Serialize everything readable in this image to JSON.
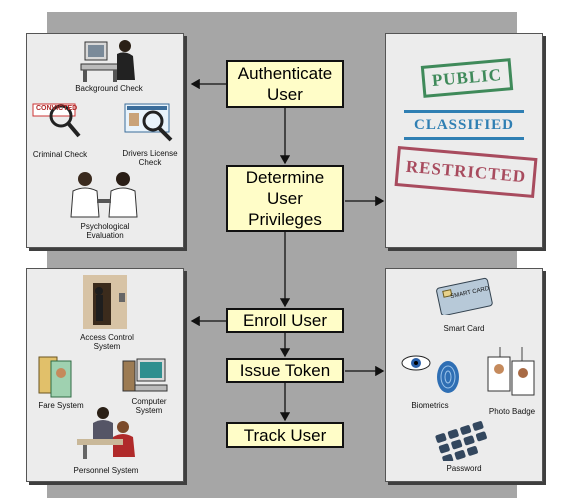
{
  "steps": {
    "authenticate": "Authenticate\nUser",
    "privileges": "Determine\nUser\nPrivileges",
    "enroll": "Enroll User",
    "issue_token": "Issue Token",
    "track": "Track User"
  },
  "panels": {
    "authentication_checks": {
      "background_check": "Background Check",
      "criminal_check": "Criminal Check",
      "criminal_stamp": "CONVICTED",
      "drivers_license_check": "Drivers License\nCheck",
      "psychological_evaluation": "Psychological\nEvaluation"
    },
    "privilege_levels": {
      "public": "PUBLIC",
      "classified": "CLASSIFIED",
      "restricted": "RESTRICTED"
    },
    "enrollment_systems": {
      "access_control": "Access Control\nSystem",
      "fare": "Fare System",
      "computer": "Computer\nSystem",
      "personnel": "Personnel System"
    },
    "token_types": {
      "smart_card": "Smart Card",
      "smart_card_label": "SMART CARD",
      "biometrics": "Biometrics",
      "photo_badge": "Photo Badge",
      "password": "Password"
    }
  },
  "colors": {
    "step_fill": "#fffdc8",
    "panel_fill": "#ececec",
    "backdrop": "#a6a6a6",
    "stamp_public": "#3f8a5a",
    "stamp_classified": "#2f7fb3",
    "stamp_restricted": "#a84b5e"
  }
}
